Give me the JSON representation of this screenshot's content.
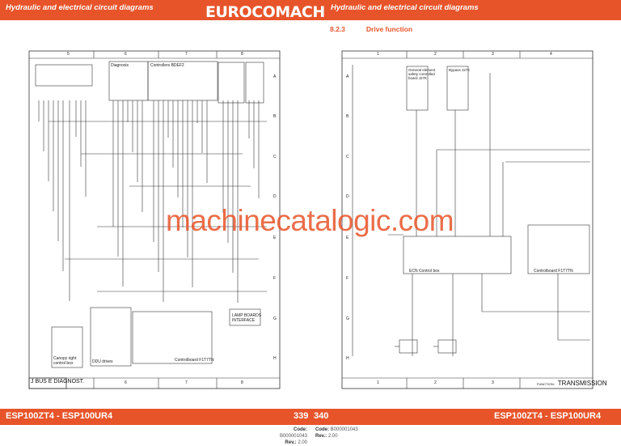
{
  "header": {
    "left_title": "Hydraulic and electrical circuit diagrams",
    "right_title": "Hydraulic and electrical circuit diagrams",
    "brand": "EUROCOMACH"
  },
  "section": {
    "number": "8.2.3",
    "title": "Drive function"
  },
  "left_page": {
    "column_numbers": [
      "5",
      "6",
      "7",
      "8"
    ],
    "row_letters": [
      "A",
      "B",
      "C",
      "D",
      "E",
      "F",
      "G",
      "H"
    ],
    "block_labels": {
      "diagnosis": "Diagnosis",
      "controllers": "Controllers BDEF2",
      "canop_label": "Canopy right\ncontrol box",
      "ddu_drives": "DDU drives",
      "controlboard": "Controlboard F1T7TN",
      "lamp_boards": "LAMP BOARDS\nINTERFACE"
    },
    "footer_label": "J BUS E DIAGNOST."
  },
  "right_page": {
    "column_numbers": [
      "1",
      "2",
      "3",
      "4"
    ],
    "row_letters": [
      "A",
      "B",
      "C",
      "D",
      "E",
      "F",
      "G",
      "H"
    ],
    "block_labels": {
      "general_element": "General element\nsafety controlled\nboard J27K",
      "bypass": "Bypass J27K",
      "ecu": "ECN Control box",
      "controlboard": "Controlboard F1T7TN"
    },
    "footer_small": "FUNCTION:",
    "footer_label": "TRANSMISSION"
  },
  "watermark": "machinecatalogic.com",
  "footer": {
    "left_model": "ESP100ZT4 - ESP100UR4",
    "left_page": "339",
    "right_page": "340",
    "right_model": "ESP100ZT4 - ESP100UR4",
    "left_code_label": "Code:",
    "left_code": "B000001043",
    "left_rev_label": "Rev.:",
    "left_rev": "2.00",
    "right_code_label": "Code:",
    "right_code": "B000001043",
    "right_rev_label": "Rev.:",
    "right_rev": "2.00"
  },
  "colors": {
    "accent": "#e8542a",
    "line": "#333333"
  }
}
